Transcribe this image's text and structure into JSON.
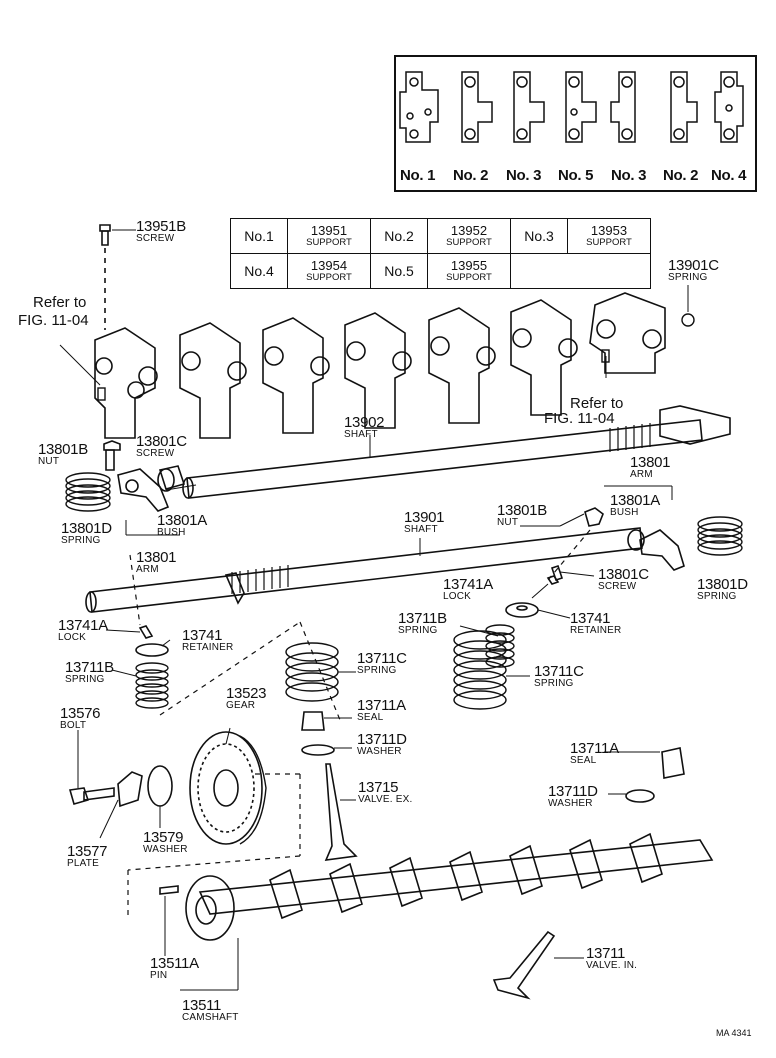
{
  "top_box": {
    "labels": [
      "No. 1",
      "No. 2",
      "No. 3",
      "No. 5",
      "No. 3",
      "No. 2",
      "No. 4"
    ]
  },
  "support_table": {
    "rows": [
      [
        {
          "no": "No.1",
          "part": "13951",
          "name": "SUPPORT"
        },
        {
          "no": "No.2",
          "part": "13952",
          "name": "SUPPORT"
        },
        {
          "no": "No.3",
          "part": "13953",
          "name": "SUPPORT"
        }
      ],
      [
        {
          "no": "No.4",
          "part": "13954",
          "name": "SUPPORT"
        },
        {
          "no": "No.5",
          "part": "13955",
          "name": "SUPPORT"
        }
      ]
    ]
  },
  "refs": {
    "left_line1": "Refer to",
    "left_line2": "FIG. 11-04",
    "right_line1": "Refer to",
    "right_line2": "FIG. 11-04"
  },
  "parts": {
    "p13951B": {
      "num": "13951B",
      "name": "SCREW"
    },
    "p13901C": {
      "num": "13901C",
      "name": "SPRING"
    },
    "p13902": {
      "num": "13902",
      "name": "SHAFT"
    },
    "p13801B_l": {
      "num": "13801B",
      "name": "NUT"
    },
    "p13801C_l": {
      "num": "13801C",
      "name": "SCREW"
    },
    "p13801D_l": {
      "num": "13801D",
      "name": "SPRING"
    },
    "p13801A_l": {
      "num": "13801A",
      "name": "BUSH"
    },
    "p13801_l": {
      "num": "13801",
      "name": "ARM"
    },
    "p13901": {
      "num": "13901",
      "name": "SHAFT"
    },
    "p13801B_r": {
      "num": "13801B",
      "name": "NUT"
    },
    "p13801_r": {
      "num": "13801",
      "name": "ARM"
    },
    "p13801A_r": {
      "num": "13801A",
      "name": "BUSH"
    },
    "p13801C_r": {
      "num": "13801C",
      "name": "SCREW"
    },
    "p13801D_r": {
      "num": "13801D",
      "name": "SPRING"
    },
    "p13741A_r": {
      "num": "13741A",
      "name": "LOCK"
    },
    "p13741A_l": {
      "num": "13741A",
      "name": "LOCK"
    },
    "p13741_l": {
      "num": "13741",
      "name": "RETAINER"
    },
    "p13711B_l": {
      "num": "13711B",
      "name": "SPRING"
    },
    "p13711B_r": {
      "num": "13711B",
      "name": "SPRING"
    },
    "p13741_r": {
      "num": "13741",
      "name": "RETAINER"
    },
    "p13711C_l": {
      "num": "13711C",
      "name": "SPRING"
    },
    "p13711C_r": {
      "num": "13711C",
      "name": "SPRING"
    },
    "p13523": {
      "num": "13523",
      "name": "GEAR"
    },
    "p13711A_l": {
      "num": "13711A",
      "name": "SEAL"
    },
    "p13711D_l": {
      "num": "13711D",
      "name": "WASHER"
    },
    "p13576": {
      "num": "13576",
      "name": "BOLT"
    },
    "p13715": {
      "num": "13715",
      "name": "VALVE. EX."
    },
    "p13711A_r": {
      "num": "13711A",
      "name": "SEAL"
    },
    "p13711D_r": {
      "num": "13711D",
      "name": "WASHER"
    },
    "p13577": {
      "num": "13577",
      "name": "PLATE"
    },
    "p13579": {
      "num": "13579",
      "name": "WASHER"
    },
    "p13511A": {
      "num": "13511A",
      "name": "PIN"
    },
    "p13711": {
      "num": "13711",
      "name": "VALVE. IN."
    },
    "p13511": {
      "num": "13511",
      "name": "CAMSHAFT"
    }
  },
  "figure_code": "MA 4341"
}
